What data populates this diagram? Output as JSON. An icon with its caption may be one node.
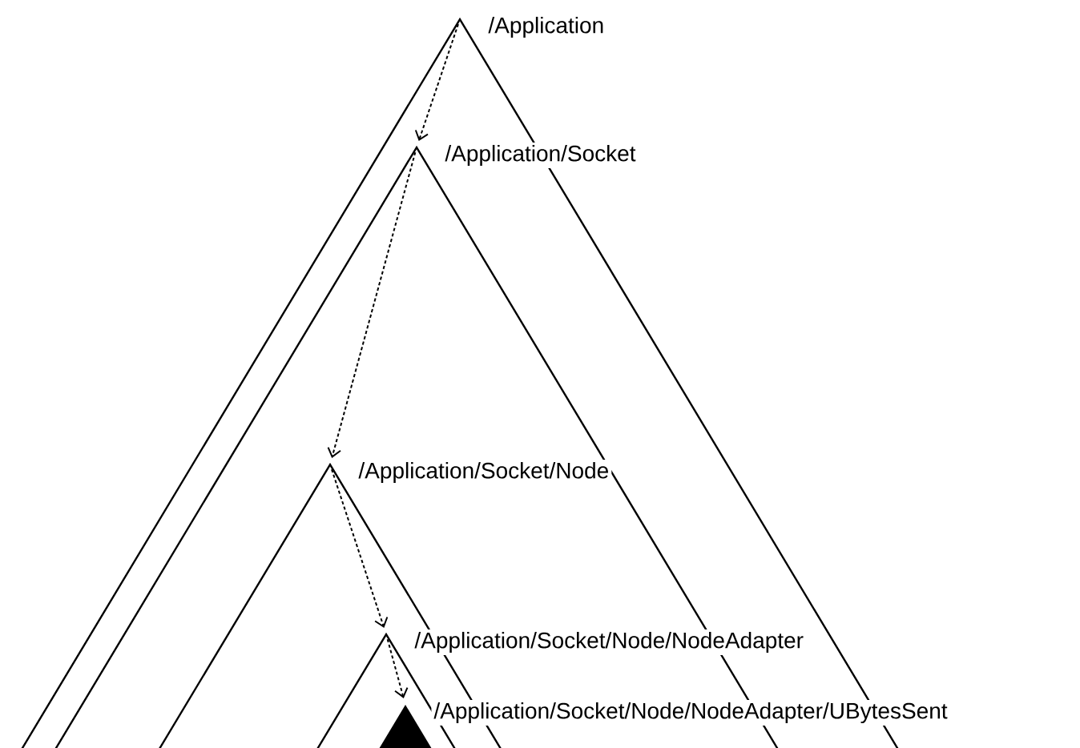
{
  "diagram": {
    "nodes": [
      {
        "text": [
          "/Application"
        ]
      },
      {
        "text": [
          "/Application/Socket"
        ]
      },
      {
        "text": [
          "/Application/Socket/Node"
        ]
      },
      {
        "text": [
          "/Application/Socket/Node/NodeAdapter"
        ]
      },
      {
        "text": [
          "/Application/Socket/Node/NodeAdapter/UBytesSent"
        ]
      }
    ],
    "edges": [
      {
        "from": 0,
        "to": 1,
        "arrow": "to",
        "style": "dashed"
      },
      {
        "from": 1,
        "to": 2,
        "arrow": "to",
        "style": "dashed"
      },
      {
        "from": 2,
        "to": 3,
        "arrow": "to",
        "style": "dashed"
      },
      {
        "from": 3,
        "to": 4,
        "arrow": "to",
        "style": "dashed"
      }
    ]
  }
}
